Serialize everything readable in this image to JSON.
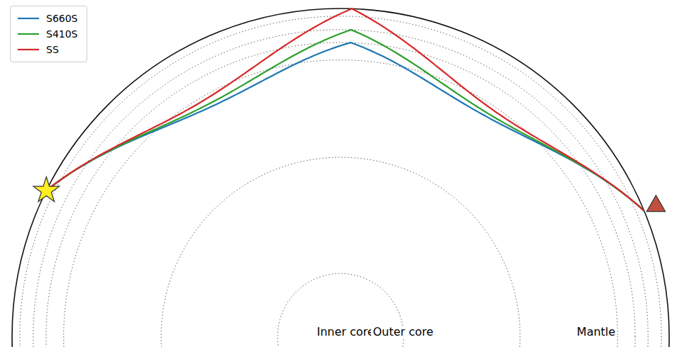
{
  "diagram": {
    "labels": [
      "Inner core",
      "Outer core",
      "Mantle"
    ],
    "legend": [
      {
        "text": "S660S"
      },
      {
        "text": "S410S"
      },
      {
        "text": "SS"
      }
    ]
  }
}
